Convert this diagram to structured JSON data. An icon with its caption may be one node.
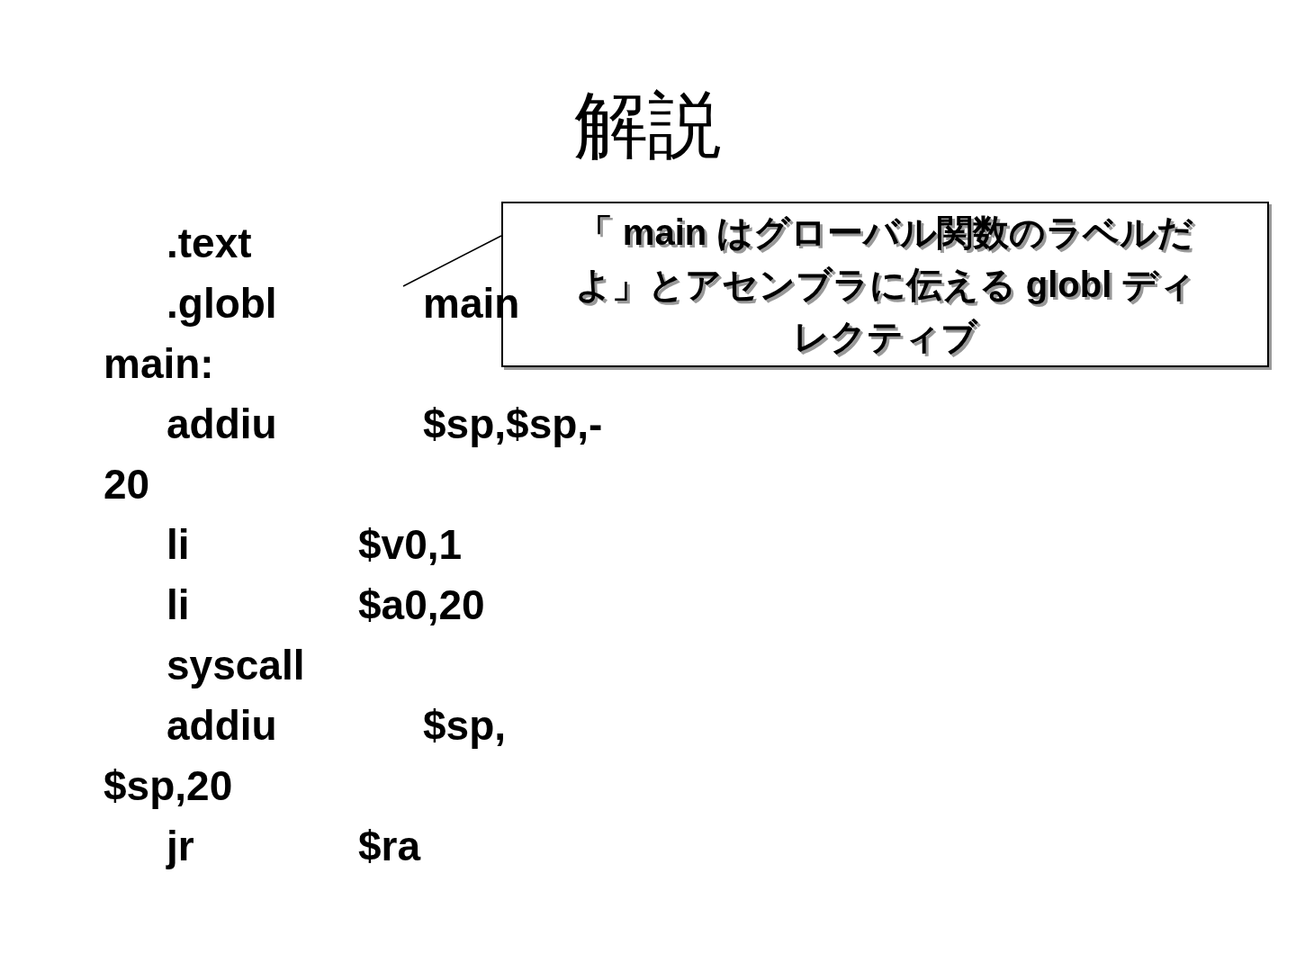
{
  "diagram": {
    "title": "解説",
    "nodes": [
      {
        "text": [
          "「 main はグローバル関数のラベルだよ」とアセンブラに伝える globl ディレクティブ"
        ]
      },
      {
        "text": [
          "main"
        ]
      }
    ],
    "edges": [
      {
        "from": 0,
        "to": 1,
        "arrow": "none"
      }
    ],
    "labels": [
      ".text",
      ".globl",
      "main:",
      "addiu",
      "$sp,$sp,-20",
      "li",
      "$v0,1",
      "li",
      "$a0,20",
      "syscall",
      "addiu",
      "$sp, $sp,20",
      "jr",
      "$ra"
    ]
  }
}
